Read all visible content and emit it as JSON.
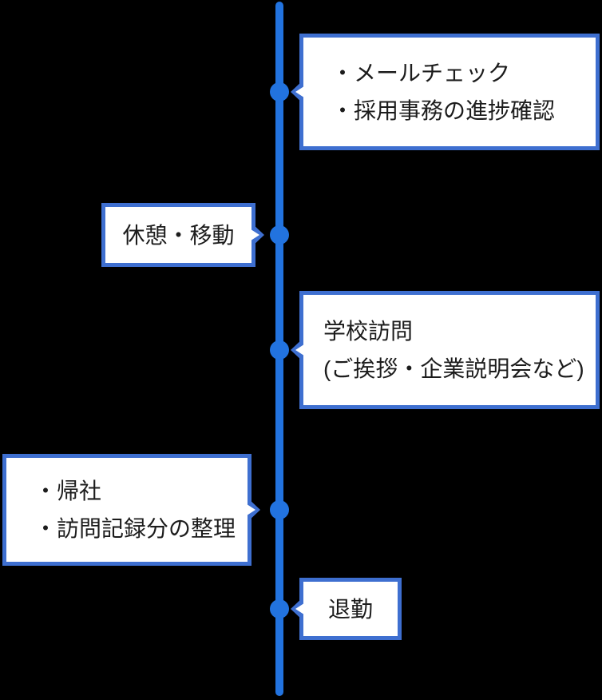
{
  "diagram": {
    "type": "vertical-timeline",
    "background": "#000000",
    "colors": {
      "timeline": "#2273DF",
      "box_border": "#3E6FD0",
      "box_fill": "#FFFFFF",
      "text": "#1C1C1C"
    },
    "events": [
      {
        "id": "morning-desk-work",
        "side": "right",
        "lines": [
          "・メールチェック",
          "・採用事務の進捗確認"
        ]
      },
      {
        "id": "break-move",
        "side": "left",
        "lines": [
          "休憩・移動"
        ]
      },
      {
        "id": "school-visit",
        "side": "right",
        "lines": [
          "学校訪問",
          "(ご挨拶・企業説明会など)"
        ]
      },
      {
        "id": "return-to-office",
        "side": "left",
        "lines": [
          "・帰社",
          "・訪問記録分の整理"
        ]
      },
      {
        "id": "leave-work",
        "side": "right",
        "lines": [
          "退勤"
        ]
      }
    ]
  }
}
